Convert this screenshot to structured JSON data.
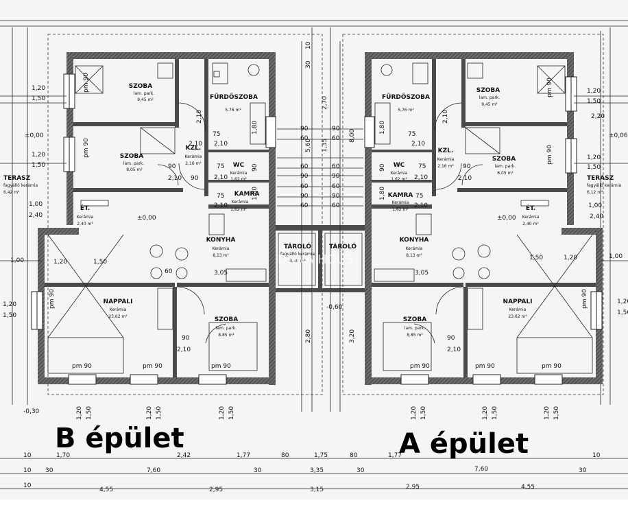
{
  "labels": {
    "building_b": "B épület",
    "building_a": "A épület",
    "watermark": "DUNA HOUS"
  },
  "rooms_b": {
    "szoba1": {
      "name": "SZOBA",
      "sub1": "lam. park.",
      "sub2": "9,45 m²"
    },
    "furdo": {
      "name": "FÜRDŐSZOBA",
      "sub2": "5,76 m²"
    },
    "szoba2": {
      "name": "SZOBA",
      "sub1": "lam. park.",
      "sub2": "8,05 m²"
    },
    "kzl": {
      "name": "KZL.",
      "sub1": "Kerámia",
      "sub2": "2,16 m²"
    },
    "wc": {
      "name": "WC",
      "sub1": "Kerámia",
      "sub2": "1,62 m²"
    },
    "kamra": {
      "name": "KAMRA",
      "sub1": "Kerámia",
      "sub2": "1,62 m²"
    },
    "terasz": {
      "name": "TERASZ",
      "sub1": "fagyálló kerámia",
      "sub2": "6,42 m²"
    },
    "et": {
      "name": "ÉT.",
      "sub1": "Kerámia",
      "sub2": "2,40 m²"
    },
    "konyha": {
      "name": "KONYHA",
      "sub1": "Kerámia",
      "sub2": "8,13 m²"
    },
    "tarolo": {
      "name": "TÁROLÓ",
      "sub1": "fagyálló kerámia",
      "sub2": "3,10 m²"
    },
    "nappali": {
      "name": "NAPPALI",
      "sub1": "Kerámia",
      "sub2": "23,62 m²"
    },
    "szoba3": {
      "name": "SZOBA",
      "sub1": "lam. park.",
      "sub2": "8,85 m²"
    }
  },
  "rooms_a": {
    "furdo": {
      "name": "FÜRDŐSZOBA",
      "sub2": "5,76 m²"
    },
    "szoba1": {
      "name": "SZOBA",
      "sub1": "lam. park.",
      "sub2": "9,45 m²"
    },
    "kzl": {
      "name": "KZL.",
      "sub1": "Kerámia",
      "sub2": "2,16 m²"
    },
    "szoba2": {
      "name": "SZOBA",
      "sub1": "lam. park.",
      "sub2": "8,05 m²"
    },
    "wc": {
      "name": "WC",
      "sub1": "Kerámia",
      "sub2": "1,62 m²"
    },
    "kamra": {
      "name": "KAMRA",
      "sub1": "Kerámia",
      "sub2": "1,62 m²"
    },
    "terasz": {
      "name": "TERASZ",
      "sub1": "fagyálló kerámia",
      "sub2": "6,12 m²"
    },
    "et": {
      "name": "ÉT.",
      "sub1": "Kerámia",
      "sub2": "2,40 m²"
    },
    "konyha": {
      "name": "KONYHA",
      "sub1": "Kerámia",
      "sub2": "8,13 m²"
    },
    "tarolo": {
      "name": "TÁROLÓ"
    },
    "nappali": {
      "name": "NAPPALI",
      "sub1": "Kerámia",
      "sub2": "23,62 m²"
    },
    "szoba3": {
      "name": "SZOBA",
      "sub1": "lam. park.",
      "sub2": "8,85 m²"
    }
  },
  "dims": {
    "d120": "1,20",
    "d150": "1,50",
    "d000": "±0,00",
    "d100": "1,00",
    "d240": "2,40",
    "d220": "2,20",
    "d006": "±0,06",
    "d210": "2,10",
    "d75": "75",
    "d90": "90",
    "d60": "60",
    "d10": "10",
    "d30": "30",
    "d270": "2,70",
    "d560": "5,60",
    "d135": "1,35",
    "d800": "8,00",
    "d180": "1,80",
    "d305": "3,05",
    "d280": "2,80",
    "d320": "3,20",
    "d060": "-0,60",
    "d030": "-0,30",
    "pm90": "pm 90",
    "d170": "1,70",
    "d242": "2,42",
    "d177": "1,77",
    "d80": "80",
    "d175": "1,75",
    "d760": "7,60",
    "d335": "3,35",
    "d455": "4,55",
    "d295": "2,95",
    "d315": "3,15"
  }
}
